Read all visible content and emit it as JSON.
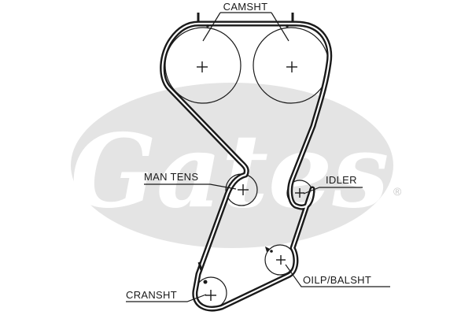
{
  "diagram": {
    "labels": {
      "camshaft": "CAMSHT",
      "tensioner": "MAN TENS",
      "idler": "IDLER",
      "crankshaft": "CRANSHT",
      "oil_pump_balance": "OILP/BALSHT"
    },
    "brand": {
      "logo_text": "Gates",
      "registered_mark": "®",
      "logo_color": "#e4e4e4"
    },
    "colors": {
      "ink": "#1a1a1a",
      "background": "#ffffff"
    }
  }
}
